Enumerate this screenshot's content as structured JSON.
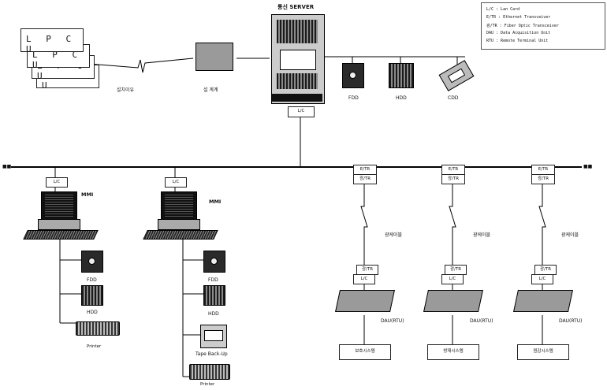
{
  "title": "통신 SERVER",
  "legend": [
    "L/C : Lan Card",
    "E/TR : Ethernet Transceiver",
    "광/TR : Fiber Optic Transceiver",
    "DAU : Data Acquisition Unit",
    "RTU : Remote Terminal Unit"
  ],
  "lpcu": [
    "L P C U",
    "L P C U",
    "L P C U",
    "L P C U"
  ],
  "top_labels": {
    "lpcu_group": "설치이유",
    "cabinet": "설 계계",
    "fdd": "FDD",
    "hdd": "HDD",
    "cdd": "CDD",
    "server_lc": "L/C"
  },
  "bus_end_left": "■■",
  "bus_end_right": "■■",
  "mmi_left": {
    "lc": "L/C",
    "title": "MMI",
    "fdd": "FDD",
    "hdd": "HDD",
    "printer": "Printer"
  },
  "mmi_right": {
    "lc": "L/C",
    "title": "MMI",
    "fdd": "FDD",
    "hdd": "HDD",
    "tape": "Tape Back-Up",
    "printer": "Printer"
  },
  "branches": [
    {
      "etr": "E/TR",
      "ftr_top": "광/TR",
      "line_label": "광케이블",
      "ftr_bottom": "광/TR",
      "lc": "L/C",
      "dau": "DAU(RTU)",
      "system": "보호시스템"
    },
    {
      "etr": "E/TR",
      "ftr_top": "광/TR",
      "line_label": "광케이블",
      "ftr_bottom": "광/TR",
      "lc": "L/C",
      "dau": "DAU(RTU)",
      "system": "방재시스템"
    },
    {
      "etr": "E/TR",
      "ftr_top": "광/TR",
      "line_label": "광케이블",
      "ftr_bottom": "광/TR",
      "lc": "L/C",
      "dau": "DAU(RTU)",
      "system": "원감시스템"
    }
  ]
}
